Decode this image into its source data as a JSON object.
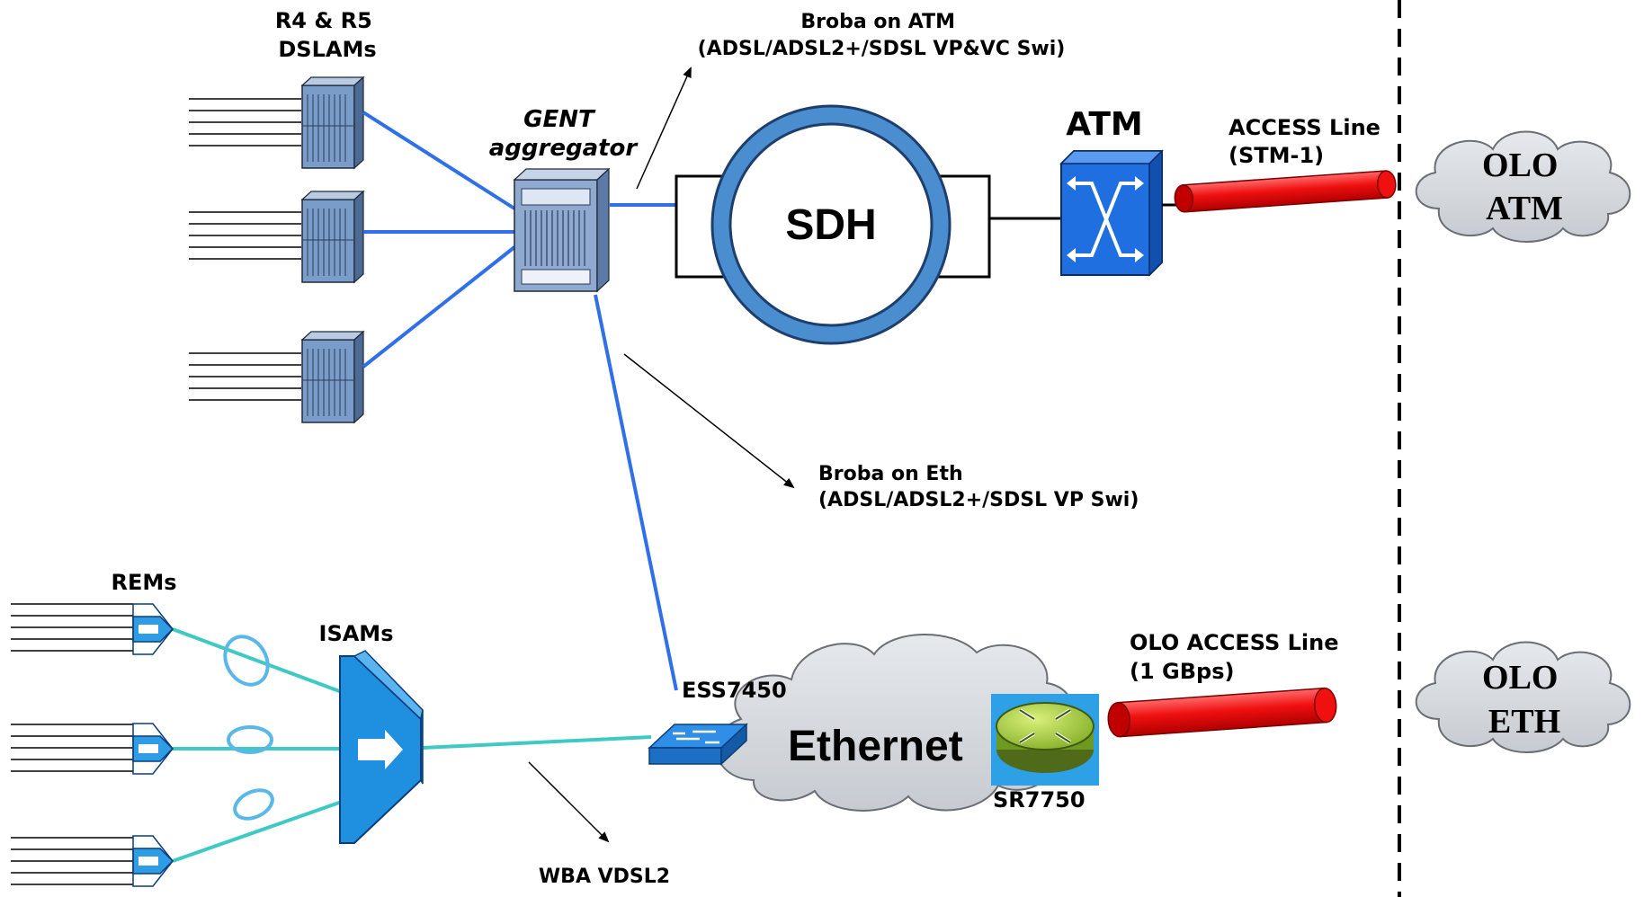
{
  "labels": {
    "dslams": [
      "R4 & R5",
      "DSLAMs"
    ],
    "gent": [
      "GENT",
      "aggregator"
    ],
    "broba_atm": [
      "Broba on ATM",
      "(ADSL/ADSL2+/SDSL VP&VC Swi)"
    ],
    "sdh": "SDH",
    "atm": "ATM",
    "access_line": [
      "ACCESS Line",
      "(STM-1)"
    ],
    "olo_atm": [
      "OLO",
      "ATM"
    ],
    "broba_eth": [
      "Broba on Eth",
      "(ADSL/ADSL2+/SDSL VP Swi)"
    ],
    "rems": "REMs",
    "isams": "ISAMs",
    "ess": "ESS7450",
    "ethernet": "Ethernet",
    "sr": "SR7750",
    "olo_access_line": [
      "OLO ACCESS Line",
      "(1 GBps)"
    ],
    "olo_eth": [
      "OLO",
      "ETH"
    ],
    "wba": "WBA VDSL2"
  },
  "colors": {
    "link_blue": "#2f6fe8",
    "link_teal": "#3fc9c4",
    "device_blue": "#7a9cc8",
    "ring_blue": "#4a8ed0",
    "atm_switch": "#1f6fe0",
    "access_line_red": "#f01010",
    "cloud_grey": "#d3d7dc",
    "sr_green": "#b3d941"
  }
}
